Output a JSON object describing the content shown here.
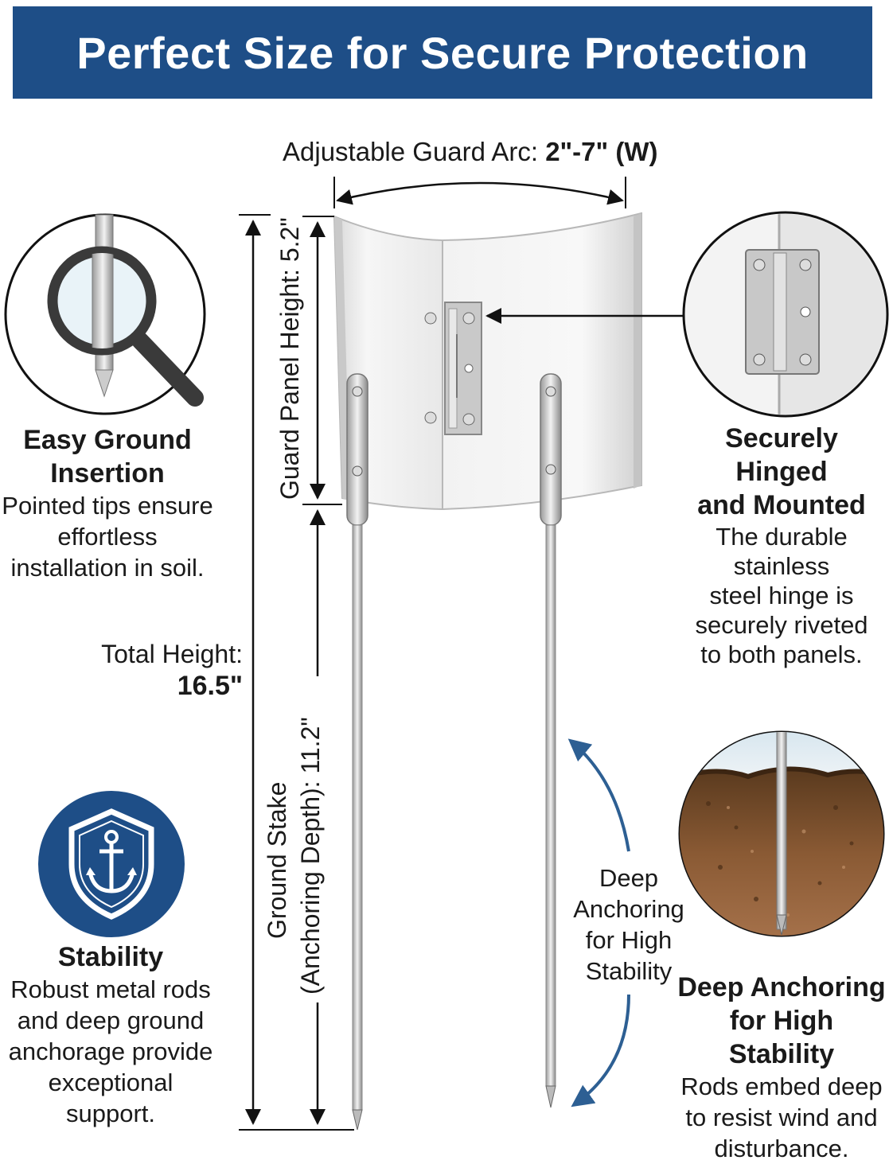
{
  "header": {
    "title": "Perfect Size for Secure Protection",
    "background": "#1e4e87"
  },
  "dimensions": {
    "arc_label": "Adjustable Guard Arc: ",
    "arc_value": "2\"-7\" (W)",
    "panel_height_label": "Guard Panel Height: 5.2\"",
    "total_label": "Total Height:",
    "total_value": "16.5\"",
    "stake_line1": "Ground Stake",
    "stake_line2": "(Anchoring Depth): 11.2\""
  },
  "features": {
    "insertion": {
      "title_line1": "Easy Ground",
      "title_line2": "Insertion",
      "body": [
        "Pointed tips ensure",
        "effortless",
        "installation in soil."
      ]
    },
    "hinge": {
      "title_line1": "Securely Hinged",
      "title_line2": "and Mounted",
      "body": [
        "The durable",
        "stainless",
        "steel hinge is",
        "securely riveted",
        "to both panels."
      ]
    },
    "stability": {
      "title": "Stability",
      "body": [
        "Robust metal rods",
        "and deep ground",
        "anchorage provide",
        "exceptional",
        "support."
      ]
    },
    "anchoring": {
      "callout": [
        "Deep",
        "Anchoring",
        "for High",
        "Stability"
      ],
      "title_line1": "Deep Anchoring",
      "title_line2": "for High Stability",
      "body": [
        "Rods embed deep",
        "to resist wind and",
        "disturbance."
      ]
    }
  },
  "icons": {
    "magnifier": "magnifying-glass-icon",
    "anchor_shield": "anchor-shield-icon",
    "hinge_closeup": "hinge-closeup",
    "soil_closeup": "soil-cross-section"
  },
  "colors": {
    "accent": "#1e4e87",
    "arrow": "#2d5f93",
    "soil": "#7a4e2c"
  }
}
